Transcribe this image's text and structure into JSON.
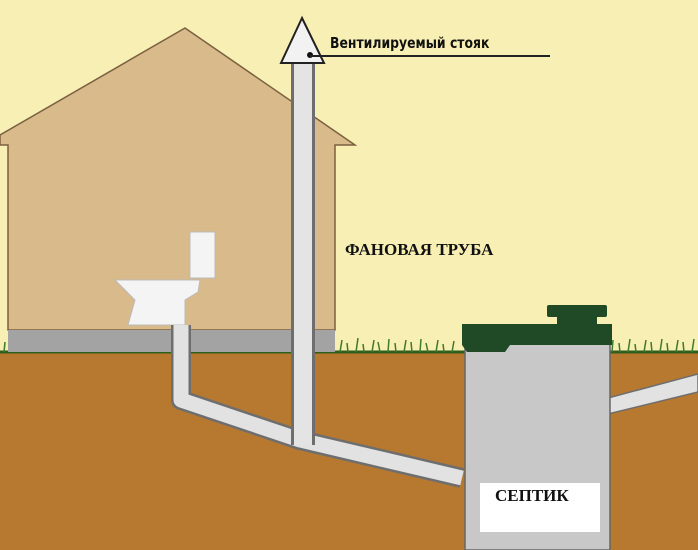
{
  "labels": {
    "vent_riser": "Вентилируемый стояк",
    "fan_pipe": "ФАНОВАЯ ТРУБА",
    "septic": "СЕПТИК"
  },
  "colors": {
    "sky": "#f8efb4",
    "house": "#d9ba8a",
    "soil": "#b6792f",
    "foundation": "#a3a3a3",
    "pipe": "#e2e2e2",
    "septic": "#c8c8c8",
    "lid": "#1f4a25",
    "grass": "#3f7a2a"
  }
}
